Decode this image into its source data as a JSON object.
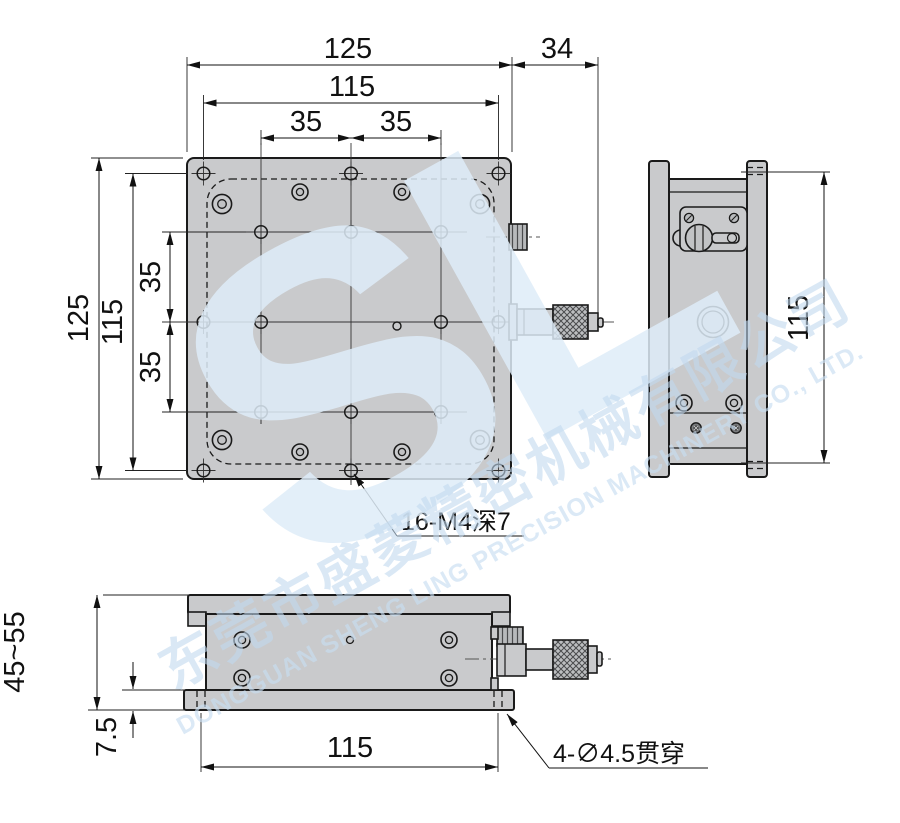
{
  "dimensions": {
    "top": {
      "overall_width": "125",
      "micrometer_ext": "34",
      "platform_width": "115",
      "pitch_x1": "35",
      "pitch_x2": "35",
      "overall_height": "125",
      "platform_height": "115",
      "pitch_y1": "35",
      "pitch_y2": "35"
    },
    "side": {
      "mount_span": "115"
    },
    "front": {
      "height_range": "45~55",
      "base_thickness": "7.5",
      "mount_span": "115"
    }
  },
  "annotations": {
    "tapped": "16-M4深7",
    "through": "4-∅4.5贯穿"
  },
  "watermark": {
    "logo": "SL",
    "cn": "东莞市盛菱精密机械有限公司",
    "en": "DONGGUAN SHENG LING PRECISION MACHINERY CO., LTD."
  },
  "colors": {
    "metal": "#c9cacc",
    "line": "#1a1a1a",
    "watermark": "#cfe0f2"
  }
}
